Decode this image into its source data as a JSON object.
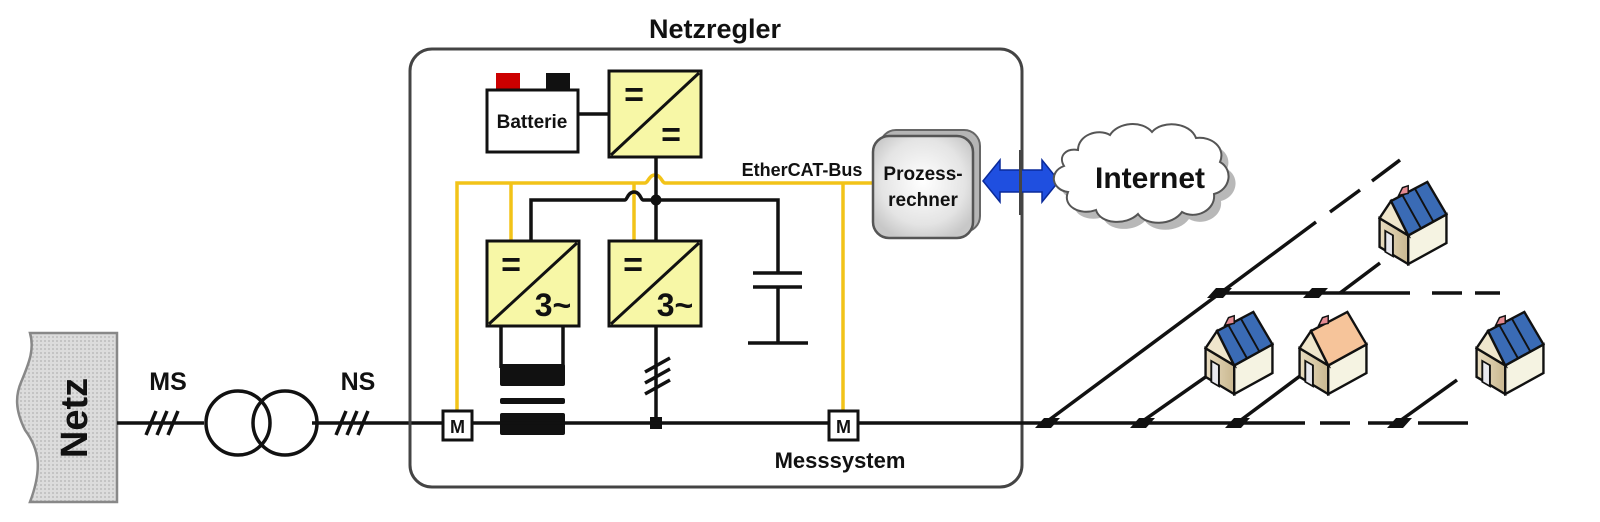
{
  "title": "Netzregler",
  "labels": {
    "grid": "Netz",
    "medium_voltage": "MS",
    "low_voltage": "NS",
    "battery": "Batterie",
    "bus": "EtherCAT-Bus",
    "computer_line1": "Prozess-",
    "computer_line2": "rechner",
    "internet": "Internet",
    "measurement": "Messsystem",
    "meter_symbol": "M"
  },
  "converters": [
    {
      "id": "dc-dc",
      "top_symbol": "=",
      "bottom_symbol": "="
    },
    {
      "id": "dc-ac-1",
      "top_symbol": "=",
      "bottom_symbol": "3~"
    },
    {
      "id": "dc-ac-2",
      "top_symbol": "=",
      "bottom_symbol": "3~"
    }
  ],
  "houses": [
    {
      "id": "house-top-right",
      "roof": "solar"
    },
    {
      "id": "house-mid-left",
      "roof": "solar"
    },
    {
      "id": "house-mid-center",
      "roof": "plain"
    },
    {
      "id": "house-right",
      "roof": "solar"
    }
  ],
  "colors": {
    "bus": "#f2c318",
    "converter_fill": "#f7f7a6",
    "arrow": "#1f4fe0",
    "solar_panel": "#3a6bb5",
    "plain_roof": "#f6c49a",
    "battery_plus": "#cc0000",
    "battery_minus": "#111111"
  }
}
